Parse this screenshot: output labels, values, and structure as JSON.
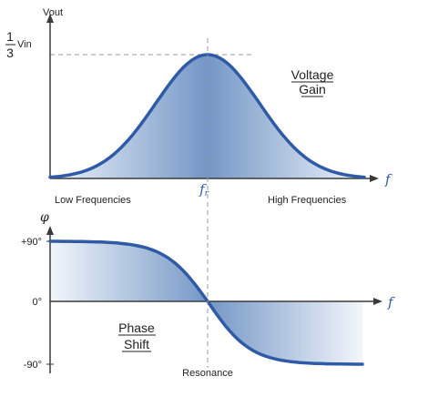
{
  "gain_plot": {
    "y_axis_label": "Vout",
    "peak_fraction_num": "1",
    "peak_fraction_den": "3",
    "peak_suffix": "Vin",
    "title_line1": "Voltage",
    "title_line2": "Gain",
    "x_axis_symbol": "f",
    "center_label": "fr",
    "left_region_label": "Low Frequencies",
    "right_region_label": "High Frequencies"
  },
  "phase_plot": {
    "y_axis_symbol": "φ",
    "tick_top": "+90°",
    "tick_mid": "0°",
    "tick_bottom": "-90°",
    "title_line1": "Phase",
    "title_line2": "Shift",
    "x_axis_symbol": "f",
    "center_label": "Resonance"
  },
  "colors": {
    "curve": "#2f5aa6",
    "fill_dark": "#6f93c4",
    "fill_light": "#e6eef8",
    "axis": "#3a3a3a",
    "dash": "#9a9a9a"
  }
}
